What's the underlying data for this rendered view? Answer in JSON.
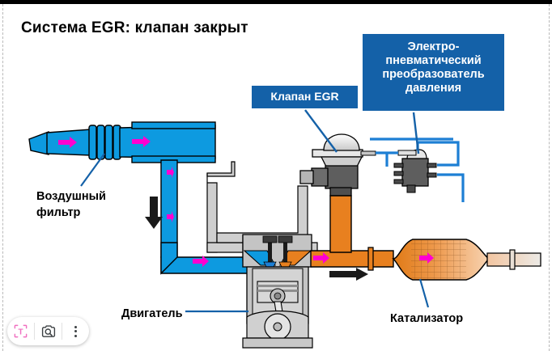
{
  "document": {
    "title": "Система EGR: клапан закрыт"
  },
  "callouts": {
    "egr_valve": {
      "text": "Клапан EGR",
      "color": "#1461a8"
    },
    "pressure_converter": {
      "line1": "Электро-",
      "line2": "пневматический",
      "line3": "преобразователь",
      "line4": "давления",
      "color": "#1461a8"
    }
  },
  "labels": {
    "air_filter_line1": "Воздушный",
    "air_filter_line2": "фильтр",
    "engine": "Двигатель",
    "catalyst": "Катализатор"
  },
  "diagram": {
    "colors": {
      "intake_blue": "#0d9ae0",
      "exhaust_orange": "#e8801f",
      "catalyst_light": "#f4c49a",
      "metal_gray": "#a8a8a8",
      "metal_dark": "#5e5e5e",
      "flow_arrow": "#ff00d0",
      "leader_blue": "#1461a8",
      "black_arrow": "#1a1a1a",
      "combustion_yellow": "#ffd21f"
    },
    "flow_arrows_intake": 5,
    "flow_arrows_exhaust": 2,
    "parts": [
      "air-intake-duct",
      "air-filter-housing",
      "corrugated-hose",
      "intake-manifold-pipe",
      "bypass-hose",
      "egr-valve",
      "pressure-converter",
      "vacuum-lines",
      "engine-cylinder",
      "piston",
      "crankshaft",
      "exhaust-pipe",
      "catalytic-converter",
      "tailpipe"
    ]
  },
  "toolbar": {
    "text_select_icon": "text-select-icon",
    "lens_search_icon": "lens-camera-icon",
    "more_icon": "more-options-icon"
  }
}
